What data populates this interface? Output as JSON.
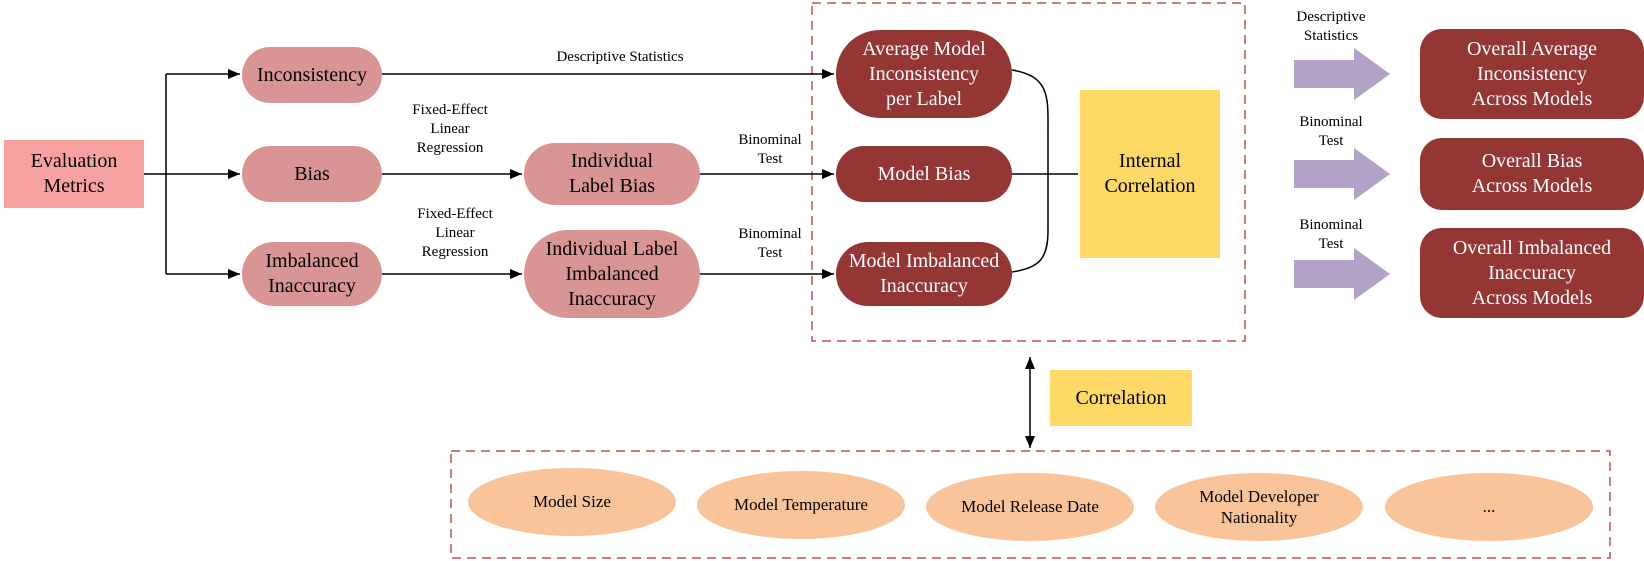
{
  "colors": {
    "metric": "#f7a1a1",
    "light_node": "#d99594",
    "dark_node": "#943634",
    "correlation": "#ffd966",
    "factor": "#f9c49a",
    "group_border": "#c0504d",
    "arrow_fill": "#b2a2c7"
  },
  "nodes": {
    "evaluation_metrics": "Evaluation\nMetrics",
    "inconsistency": "Inconsistency",
    "bias": "Bias",
    "imbalanced_inaccuracy": "Imbalanced\nInaccuracy",
    "individual_label_bias": "Individual\nLabel Bias",
    "individual_label_imbalanced_inaccuracy": "Individual Label\nImbalanced\nInaccuracy",
    "avg_model_inconsistency": "Average Model\nInconsistency\nper Label",
    "model_bias": "Model Bias",
    "model_imbalanced_inaccuracy": "Model Imbalanced\nInaccuracy",
    "internal_correlation": "Internal\nCorrelation",
    "correlation": "Correlation",
    "overall_avg_inconsistency": "Overall Average\nInconsistency\nAcross Models",
    "overall_bias": "Overall Bias\nAcross Models",
    "overall_imbalanced_inaccuracy": "Overall Imbalanced\nInaccuracy\nAcross Models"
  },
  "edge_labels": {
    "descriptive_statistics": "Descriptive Statistics",
    "fixed_effect_1": "Fixed-Effect\nLinear\nRegression",
    "fixed_effect_2": "Fixed-Effect\nLinear\nRegression",
    "binominal_test_1": "Binominal\nTest",
    "binominal_test_2": "Binominal\nTest",
    "right_descriptive_statistics": "Descriptive\nStatistics",
    "right_binominal_test_1": "Binominal\nTest",
    "right_binominal_test_2": "Binominal\nTest"
  },
  "factors": [
    "Model Size",
    "Model Temperature",
    "Model Release Date",
    "Model Developer\nNationality",
    "..."
  ]
}
